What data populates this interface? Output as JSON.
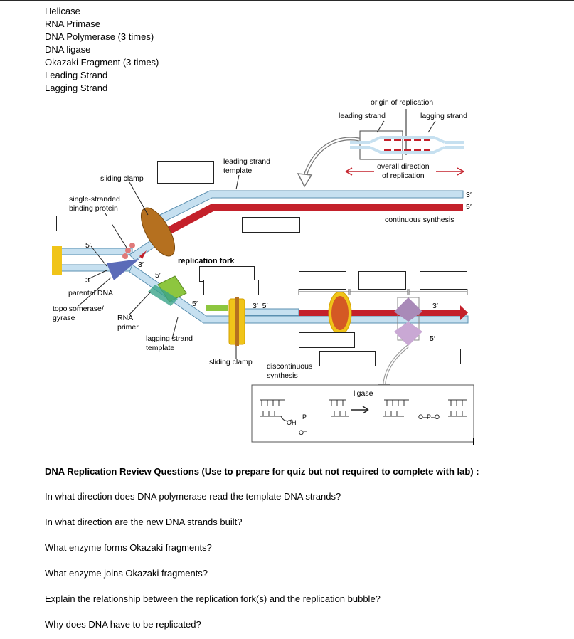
{
  "word_bank": [
    "Helicase",
    "RNA Primase",
    "DNA Polymerase (3 times)",
    "DNA ligase",
    "Okazaki Fragment (3 times)",
    "Leading Strand",
    "Lagging Strand"
  ],
  "diagram": {
    "labels": {
      "origin_of_replication": "origin of replication",
      "leading_strand": "leading strand",
      "lagging_strand": "lagging strand",
      "overall_direction": "overall direction\nof replication",
      "leading_strand_template": "leading strand\ntemplate",
      "sliding_clamp_top": "sliding clamp",
      "single_stranded_binding_protein": "single-stranded\nbinding protein",
      "three_prime_right_top": "3′",
      "five_prime_right_top": "5′",
      "continuous_synthesis": "continuous synthesis",
      "five_prime_left": "5′",
      "three_prime_helicase": "3′",
      "five_prime_primer": "5′",
      "replication_fork": "replication fork",
      "three_prime_left": "3′",
      "parental_dna": "parental DNA",
      "topoisomerase_gyrase": "topoisomerase/\ngyrase",
      "rna_primer": "RNA\nprimer",
      "five_prime_lagging": "5′",
      "three_five_mid": "3′  5′",
      "three_prime_right_mid": "3′",
      "five_prime_right_bottom": "5′",
      "lagging_strand_template": "lagging strand\ntemplate",
      "sliding_clamp_bottom": "sliding clamp",
      "discontinuous_synthesis": "discontinuous\nsynthesis",
      "ligase": "ligase",
      "chem_oh": "OH",
      "chem_p_left": "P",
      "chem_p_right": "O–P–O",
      "chem_o_minus": "O⁻"
    },
    "colors": {
      "light_blue": "#c6e0f0",
      "blue_outline": "#5a8fb0",
      "red": "#c4212b",
      "yellow": "#f0c419",
      "brown": "#b5701f",
      "green": "#8dc63f",
      "purple": "#a98ab8",
      "helicase_blue": "#5b6bb8"
    }
  },
  "questions": {
    "title": "DNA Replication Review Questions (Use to prepare for quiz but not required to complete with lab) :",
    "items": [
      "In what direction does DNA polymerase read the template DNA strands?",
      "In what direction are the new DNA strands built?",
      "What enzyme forms Okazaki fragments?",
      "What enzyme joins Okazaki fragments?",
      "Explain the relationship between the replication fork(s) and the replication bubble?",
      "Why does DNA have to be replicated?"
    ]
  }
}
